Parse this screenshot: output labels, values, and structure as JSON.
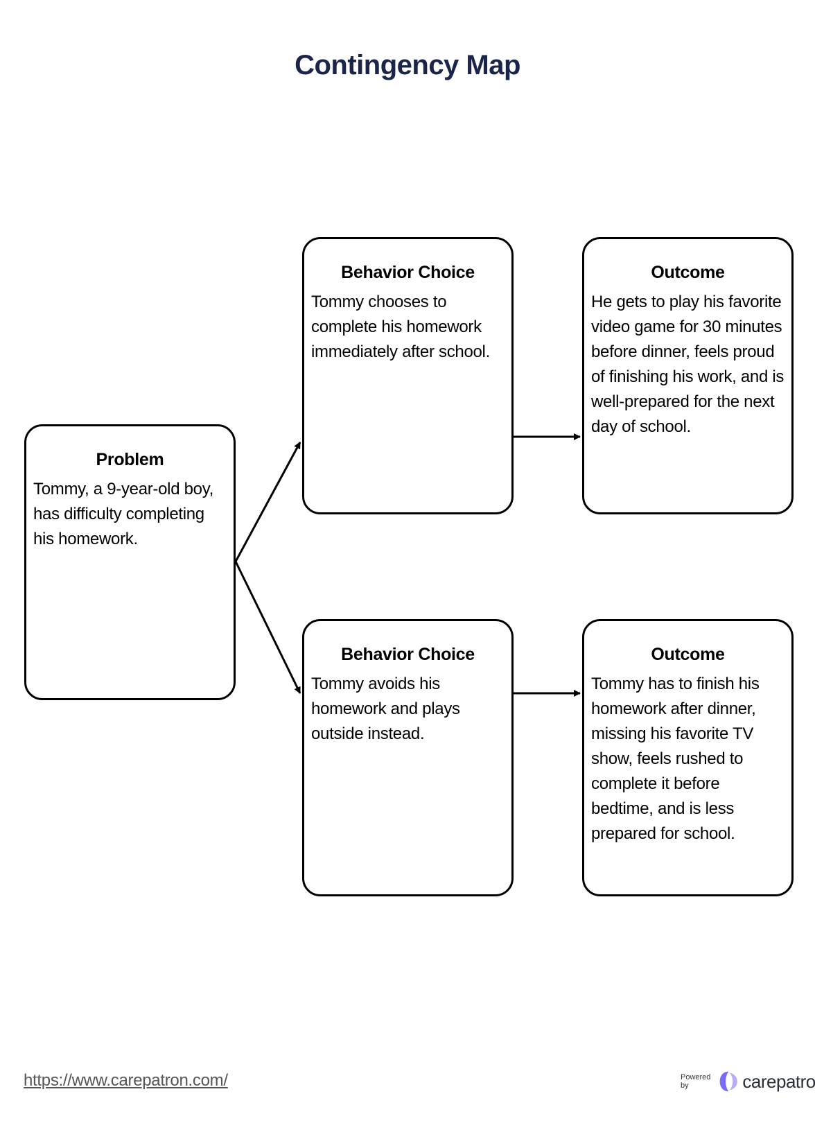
{
  "title": "Contingency Map",
  "problem": {
    "heading": "Problem",
    "text": "Tommy, a 9-year-old boy, has difficulty completing his homework."
  },
  "branches": [
    {
      "choice_heading": "Behavior Choice",
      "choice_text": "Tommy chooses to complete his homework immediately after school.",
      "outcome_heading": "Outcome",
      "outcome_text": "He gets to play his favorite video game for 30 minutes before dinner, feels proud of finishing his work, and is well-prepared for the next day of school."
    },
    {
      "choice_heading": "Behavior Choice",
      "choice_text": "Tommy avoids his homework and plays outside instead.",
      "outcome_heading": "Outcome",
      "outcome_text": "Tommy has to finish his homework after dinner, missing his favorite TV show, feels rushed to complete it before bedtime, and is less prepared for school."
    }
  ],
  "footer": {
    "url": "https://www.carepatron.com/",
    "powered_by": "Powered by",
    "brand_name": "carepatron"
  },
  "colors": {
    "title": "#1b2549",
    "border": "#000000",
    "brand_accent": "#7b6cf6"
  }
}
